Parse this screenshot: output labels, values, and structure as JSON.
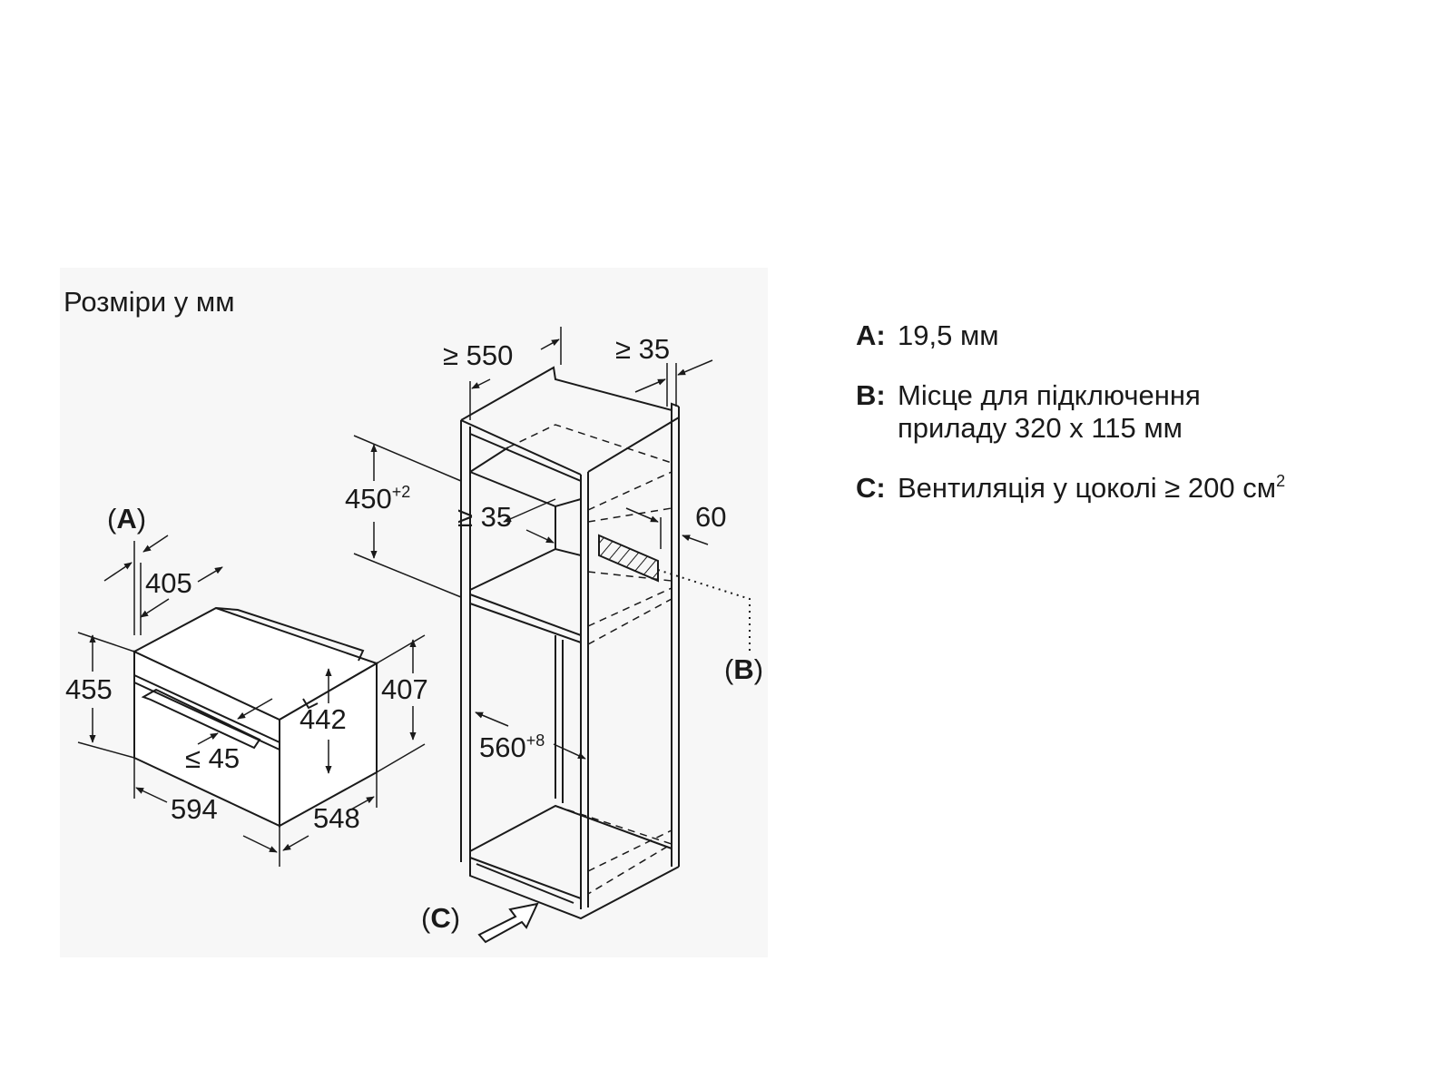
{
  "diagram": {
    "caption": "Розміри у мм",
    "oven_dims": {
      "a_label_open": "(",
      "a_letter": "A",
      "a_label_close": ")",
      "width_top": "405",
      "height_left": "455",
      "height_inner": "442",
      "height_right": "407",
      "handle_gap": "≤ 45",
      "width_front": "594",
      "depth": "548"
    },
    "cabinet_dims": {
      "depth_top": "≥ 550",
      "back_gap": "≥ 35",
      "niche_height": "450",
      "niche_height_tol": "+2",
      "shelf_gap": "≥ 35",
      "side_60": "60",
      "inner_width": "560",
      "inner_width_tol": "+8",
      "b_letter": "B",
      "c_letter": "C",
      "paren_open": "(",
      "paren_close": ")"
    }
  },
  "legend": {
    "items": [
      {
        "letter": "A:",
        "text": "19,5 мм"
      },
      {
        "letter": "B:",
        "text": "Місце для підключення\nприладу 320 x 115 мм"
      },
      {
        "letter": "C:",
        "text": "Вентиляція у цоколі ≥ 200 см",
        "sup": "2"
      }
    ]
  },
  "colors": {
    "line": "#1a1a1a",
    "panel": "#f7f7f7",
    "background": "#ffffff"
  }
}
